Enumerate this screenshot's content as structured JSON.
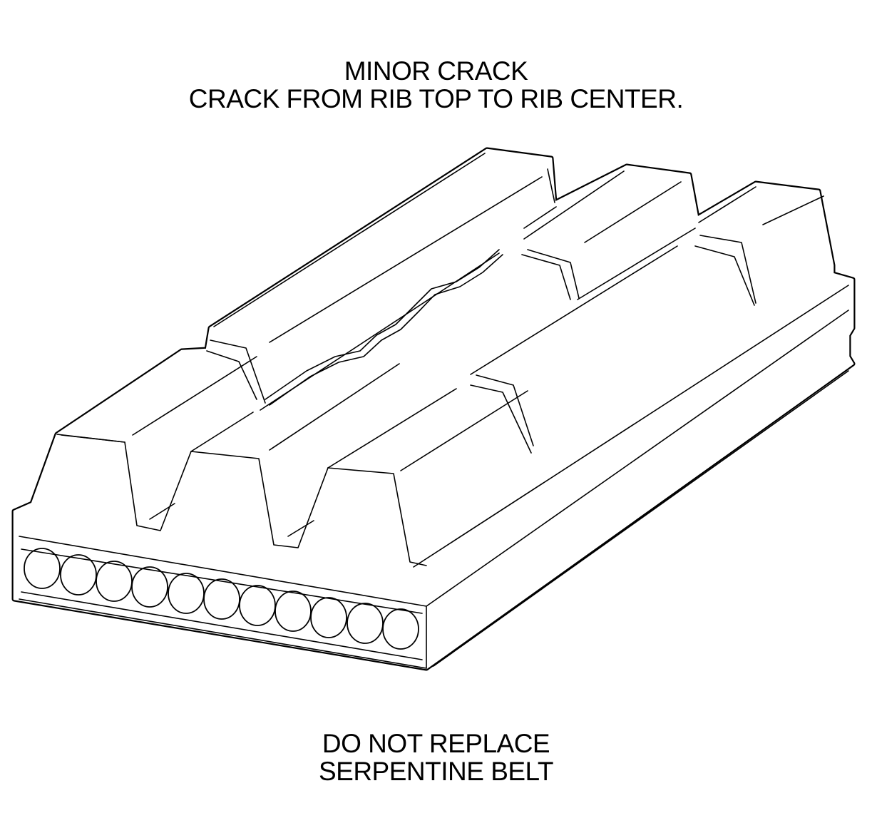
{
  "header": {
    "line1": "MINOR CRACK",
    "line2": "CRACK FROM RIB TOP TO RIB CENTER."
  },
  "footer": {
    "line1": "DO NOT REPLACE",
    "line2": "SERPENTINE BELT"
  },
  "colors": {
    "line": "#000000",
    "background": "#ffffff"
  }
}
